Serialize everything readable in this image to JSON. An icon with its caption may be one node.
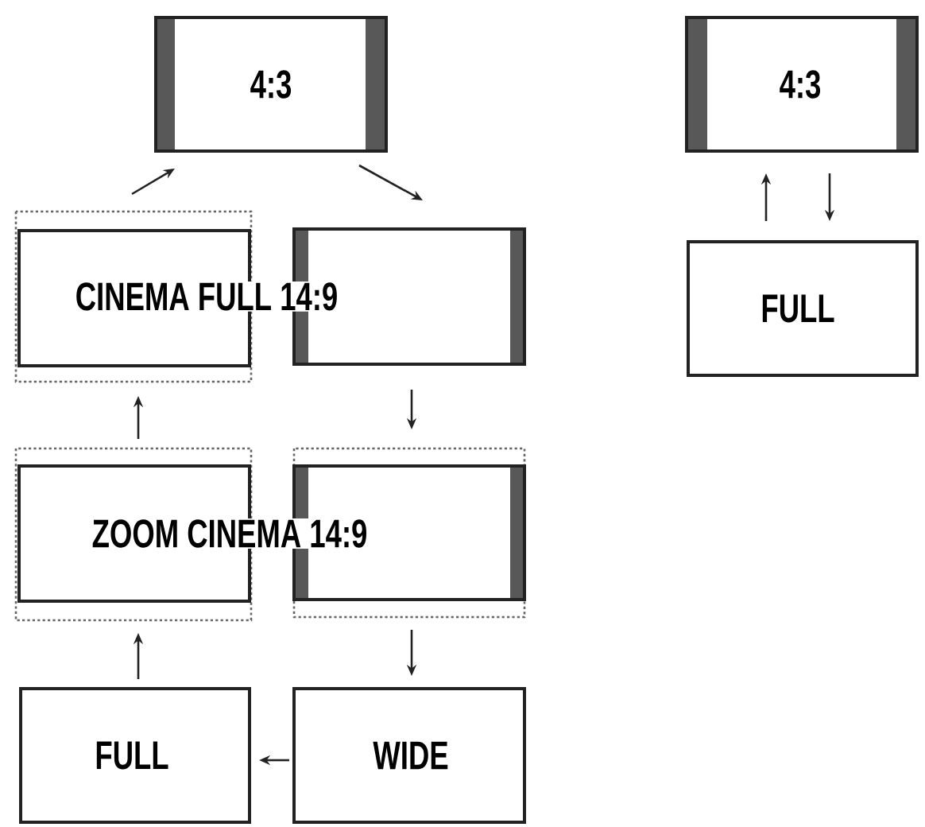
{
  "diagram": {
    "nodes": [
      {
        "text": [
          "4:3"
        ]
      },
      {
        "text": [
          "CINEMA FULL 14:9"
        ]
      },
      {
        "text": [],
        "shape": "box"
      },
      {
        "text": [
          "ZOOM CINEMA 14:9"
        ]
      },
      {
        "text": [],
        "shape": "box"
      },
      {
        "text": [
          "FULL"
        ]
      },
      {
        "text": [
          "WIDE"
        ]
      },
      {
        "text": [
          "4:3"
        ]
      },
      {
        "text": [
          "FULL"
        ]
      }
    ],
    "edges": [
      {
        "from": 1,
        "to": 0,
        "arrow": "to"
      },
      {
        "from": 0,
        "to": 2,
        "arrow": "to"
      },
      {
        "from": 2,
        "to": 4,
        "arrow": "to"
      },
      {
        "from": 4,
        "to": 6,
        "arrow": "to"
      },
      {
        "from": 6,
        "to": 5,
        "arrow": "to"
      },
      {
        "from": 5,
        "to": 3,
        "arrow": "to"
      },
      {
        "from": 3,
        "to": 1,
        "arrow": "to"
      },
      {
        "from": 8,
        "to": 7,
        "arrow": "to"
      },
      {
        "from": 7,
        "to": 8,
        "arrow": "to"
      }
    ]
  }
}
